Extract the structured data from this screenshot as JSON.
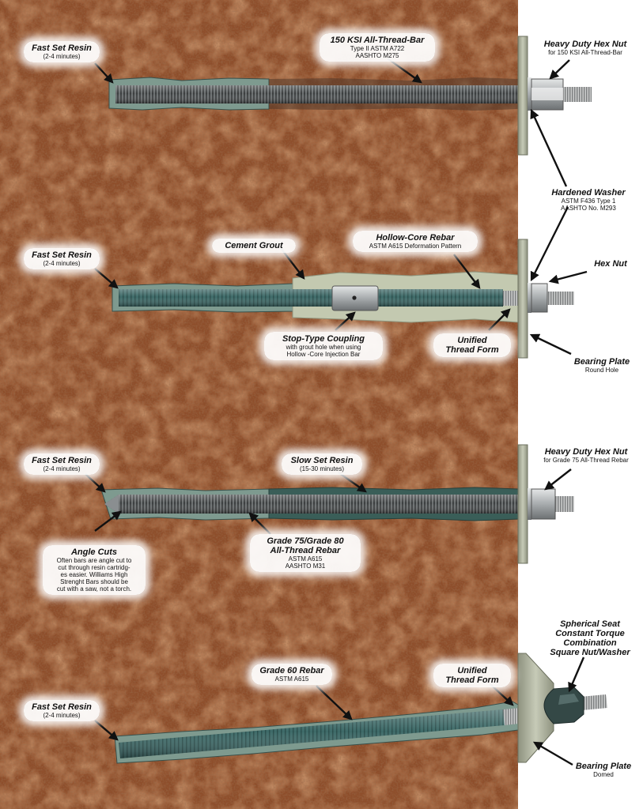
{
  "colors": {
    "soil": "#8e4e2b",
    "soil_dark": "#5e3019",
    "soil_light": "#b06b3c",
    "resin_fast": "#7e9a8f",
    "resin_slow": "#3a5e58",
    "grout": "#c3c9b0",
    "rebar": "#3c6866",
    "steel": "#9ca0a2",
    "plate": "#aeb2a0"
  },
  "icons": [
    "arrow-icon"
  ],
  "labels": {
    "fast_set_resin_1": {
      "title": "Fast Set Resin",
      "sub": "(2-4 minutes)"
    },
    "all_thread_bar_150": {
      "title": "150 KSI All-Thread-Bar",
      "sub1": "Type II ASTM A722",
      "sub2": "AASHTO M275"
    },
    "heavy_duty_hex_nut_1": {
      "title": "Heavy Duty Hex Nut",
      "sub": "for 150 KSI All-Thread-Bar"
    },
    "hardened_washer": {
      "title": "Hardened Washer",
      "sub1": "ASTM F436 Type 1",
      "sub2": "AASHTO No. M293"
    },
    "fast_set_resin_2": {
      "title": "Fast Set Resin",
      "sub": "(2-4 minutes)"
    },
    "cement_grout": {
      "title": "Cement Grout"
    },
    "hollow_core_rebar": {
      "title": "Hollow-Core Rebar",
      "sub": "ASTM A615 Deformation Pattern"
    },
    "hex_nut": {
      "title": "Hex Nut"
    },
    "stop_type_coupling": {
      "title": "Stop-Type Coupling",
      "sub1": "with grout hole when using",
      "sub2": "Hollow -Core Injection Bar"
    },
    "unified_thread_form_1": {
      "title1": "Unified",
      "title2": "Thread Form"
    },
    "bearing_plate_1": {
      "title": "Bearing Plate",
      "sub": "Round Hole"
    },
    "fast_set_resin_3": {
      "title": "Fast Set Resin",
      "sub": "(2-4 minutes)"
    },
    "slow_set_resin": {
      "title": "Slow Set Resin",
      "sub": "(15-30 minutes)"
    },
    "heavy_duty_hex_nut_2": {
      "title": "Heavy Duty Hex Nut",
      "sub": "for Grade 75 All-Thread Rebar"
    },
    "angle_cuts": {
      "title": "Angle Cuts",
      "sub1": "Often bars are angle cut to",
      "sub2": "cut through resin cartridg-",
      "sub3": "es easier. Williams High",
      "sub4": "Strenght Bars should be",
      "sub5": "cut with a saw, not a torch."
    },
    "grade_75_80": {
      "title1": "Grade 75/Grade 80",
      "title2": "All-Thread Rebar",
      "sub1": "ASTM A615",
      "sub2": "AASHTO M31"
    },
    "spherical_seat": {
      "title1": "Spherical Seat",
      "title2": "Constant Torque",
      "title3": "Combination",
      "title4": "Square Nut/Washer"
    },
    "grade_60_rebar": {
      "title": "Grade 60 Rebar",
      "sub": "ASTM A615"
    },
    "unified_thread_form_2": {
      "title1": "Unified",
      "title2": "Thread Form"
    },
    "fast_set_resin_4": {
      "title": "Fast Set Resin",
      "sub": "(2-4 minutes)"
    },
    "bearing_plate_2": {
      "title": "Bearing Plate",
      "sub": "Domed"
    }
  }
}
